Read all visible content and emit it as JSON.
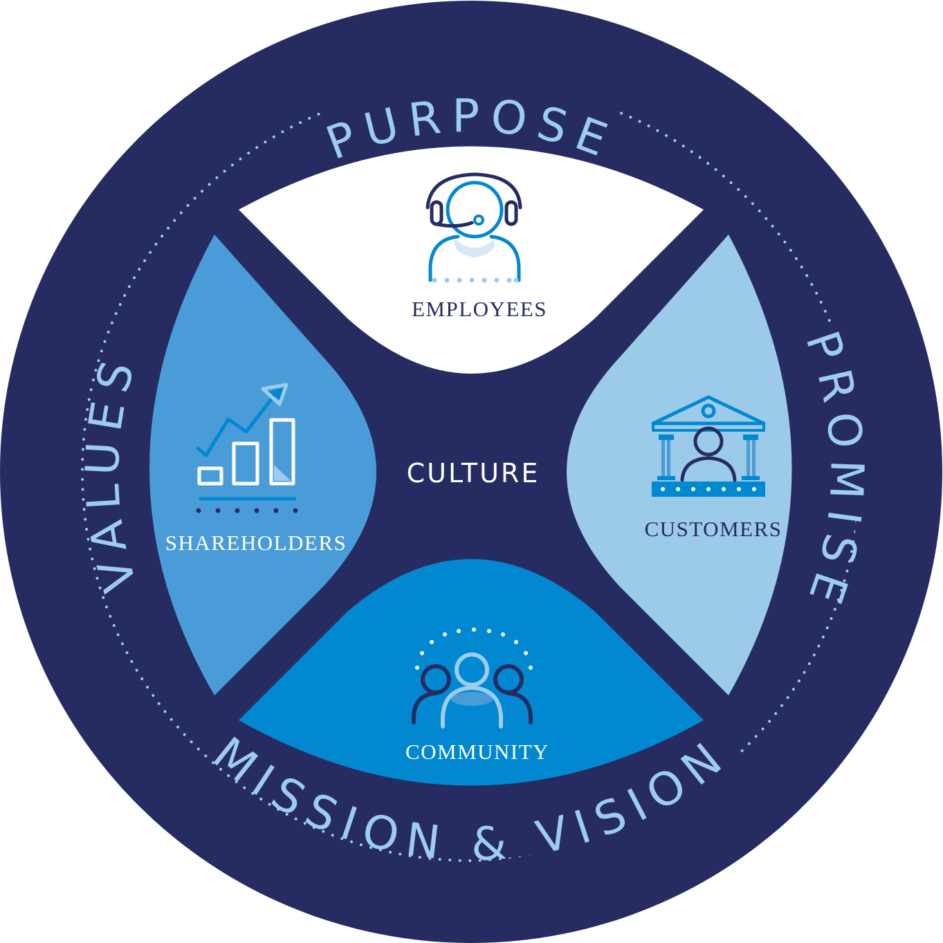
{
  "ring": {
    "top": "PURPOSE",
    "right": "PROMISE",
    "bottom": "MISSION & VISION",
    "left": "VALUES"
  },
  "center": {
    "label": "CULTURE"
  },
  "petals": {
    "top": {
      "label": "EMPLOYEES",
      "icon": "headset-agent-icon"
    },
    "right": {
      "label": "CUSTOMERS",
      "icon": "bank-customer-icon"
    },
    "bottom": {
      "label": "COMMUNITY",
      "icon": "group-people-icon"
    },
    "left": {
      "label": "SHAREHOLDERS",
      "icon": "growth-chart-icon"
    }
  },
  "colors": {
    "navy": "#262c62",
    "petal_top": "#ffffff",
    "petal_right": "#9ccbe9",
    "petal_bottom": "#0288d1",
    "petal_left": "#4a9cd8",
    "ring_text": "#9ccdee"
  }
}
